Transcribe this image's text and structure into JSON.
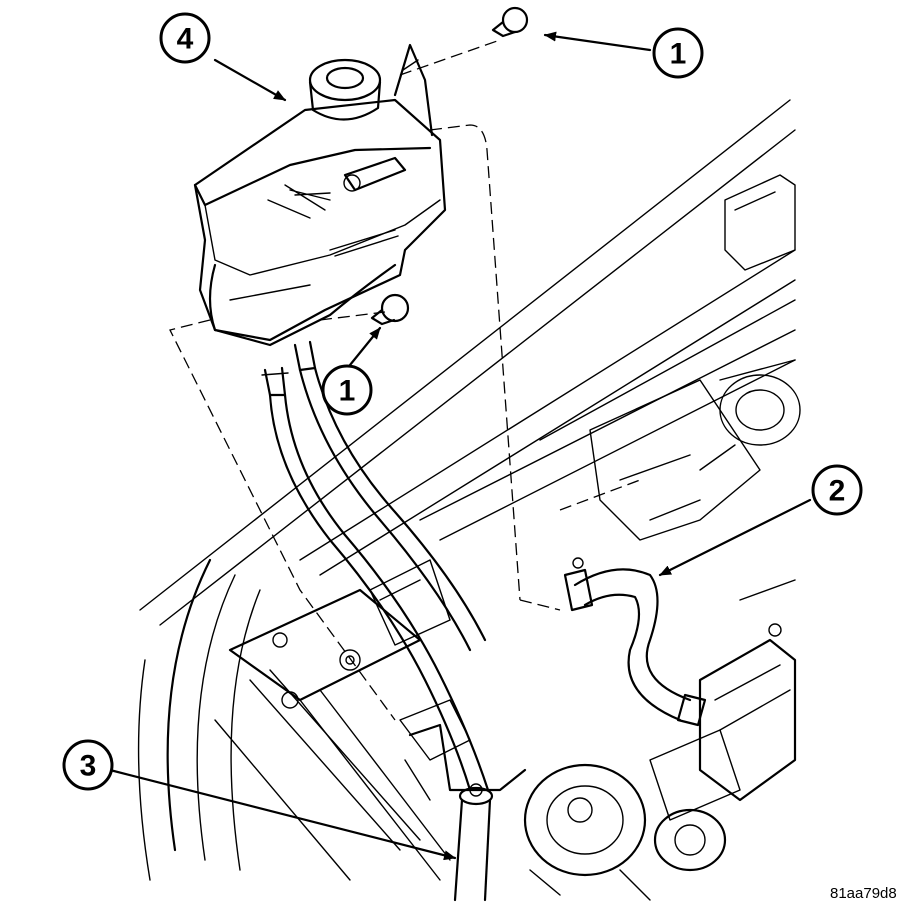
{
  "figure": {
    "code": "81aa79d8"
  },
  "callouts": [
    {
      "label": "1",
      "part": "fastener-top"
    },
    {
      "label": "1",
      "part": "fastener-lower"
    },
    {
      "label": "2",
      "part": "hose-right"
    },
    {
      "label": "3",
      "part": "hose-bottom"
    },
    {
      "label": "4",
      "part": "coolant-reservoir"
    }
  ]
}
